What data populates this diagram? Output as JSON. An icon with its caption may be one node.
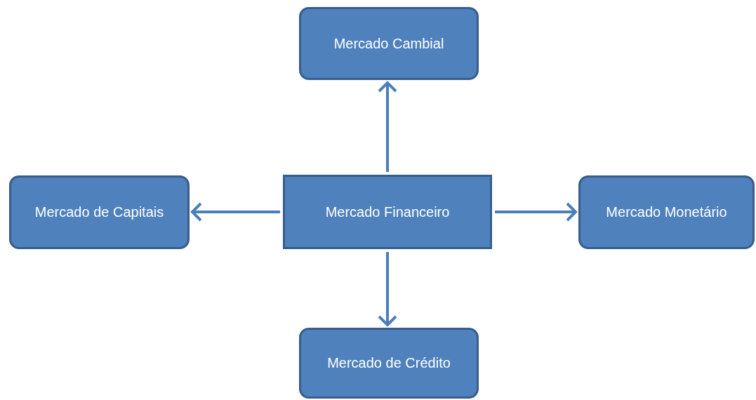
{
  "diagram": {
    "nodes": [
      {
        "text": [
          "Mercado Cambial"
        ]
      },
      {
        "text": [
          "Mercado de Capitais"
        ]
      },
      {
        "text": [
          "Mercado Financeiro"
        ]
      },
      {
        "text": [
          "Mercado Monetário"
        ]
      },
      {
        "text": [
          "Mercado de Crédito"
        ]
      }
    ],
    "edges": [
      {
        "from": 2,
        "to": 0,
        "arrow": "to"
      },
      {
        "from": 2,
        "to": 1,
        "arrow": "to"
      },
      {
        "from": 2,
        "to": 3,
        "arrow": "to"
      },
      {
        "from": 2,
        "to": 4,
        "arrow": "to"
      }
    ]
  }
}
